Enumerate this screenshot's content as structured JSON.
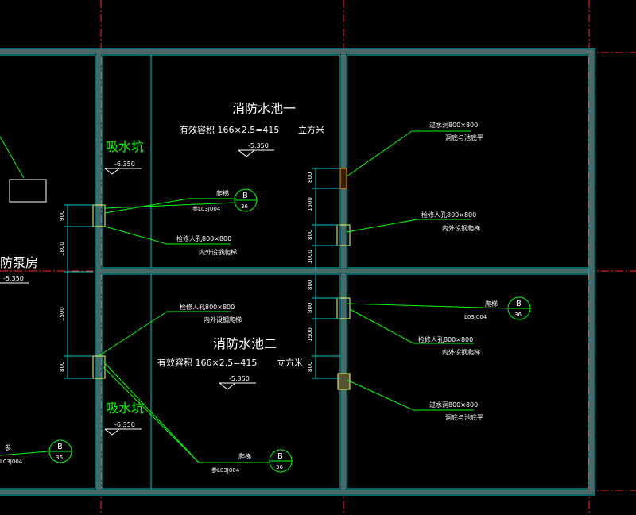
{
  "colors": {
    "background": "#000000",
    "wall": "#4a6a6a",
    "axis": "#ff2a2a",
    "cyan": "#00c8c8",
    "leader": "#00ff00",
    "text": "#ffffff",
    "hatch": "#ffff66"
  },
  "rooms": {
    "pool1": {
      "name": "消防水池一",
      "capacity": "有效容积 166×2.5=415",
      "unit": "立方米",
      "level": "-5.350"
    },
    "pool2": {
      "name": "消防水池二",
      "capacity": "有效容积 166×2.5=415",
      "unit": "立方米",
      "level": "-5.350"
    },
    "pit1": {
      "name": "吸水坑",
      "level": "-6.350"
    },
    "pit2": {
      "name": "吸水坑",
      "level": "-6.350"
    },
    "pump_room": {
      "name": "防泵房",
      "level": "-5.350"
    }
  },
  "notes": {
    "ladder": "爬梯",
    "ladder_ref": "参L03J004",
    "ladder_ref2": "L03J004",
    "manhole": "检修人孔800×800",
    "manhole_sub": "内外设钢爬梯",
    "overflow": "过水洞800×800",
    "overflow_sub": "洞底与池底平",
    "left_ref": "参",
    "left_ref2": "L03J004"
  },
  "callouts": [
    {
      "id": "c1",
      "letter": "B",
      "number": "36"
    },
    {
      "id": "c2",
      "letter": "B",
      "number": "36"
    },
    {
      "id": "c3",
      "letter": "B",
      "number": "36"
    },
    {
      "id": "c4",
      "letter": "B",
      "number": "36"
    }
  ],
  "dimensions": {
    "left": [
      "900",
      "1800",
      "1500",
      "800"
    ],
    "mid_top": [
      "800",
      "1500",
      "800",
      "1000"
    ],
    "mid_bottom": [
      "800",
      "800",
      "1500",
      "800"
    ]
  }
}
